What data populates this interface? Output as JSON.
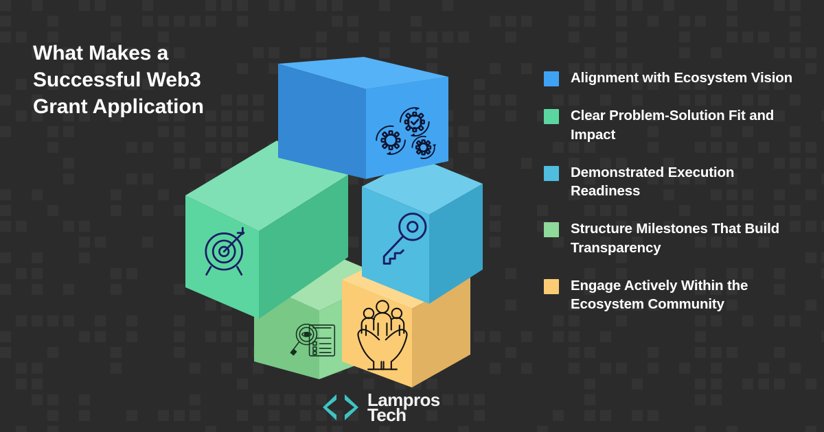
{
  "meta": {
    "background_color": "#2b2b2b",
    "pattern_color": "#333333",
    "text_color": "#ffffff"
  },
  "headline": {
    "text": "What Makes a\nSuccessful Web3\nGrant Application"
  },
  "legend": {
    "items": [
      {
        "label": "Alignment with Ecosystem Vision",
        "color": "#3FA3F5",
        "icon": "gears-icon"
      },
      {
        "label": "Clear Problem-Solution Fit and Impact",
        "color": "#5BD6A0",
        "icon": "target-icon"
      },
      {
        "label": "Demonstrated Execution Readiness",
        "color": "#4FBCE0",
        "icon": "key-icon"
      },
      {
        "label": "Structure Milestones That Build Transparency",
        "color": "#8FD99A",
        "icon": "document-review-icon"
      },
      {
        "label": "Engage Actively Within the Ecosystem Community",
        "color": "#FBCC74",
        "icon": "hands-community-icon"
      }
    ]
  },
  "cubes": [
    {
      "name": "cube-alignment",
      "icon": "gears-icon",
      "icon_color": "#0d1430",
      "face_front": "#43A5F2",
      "face_top": "#55B2F7",
      "face_side": "#3488D4"
    },
    {
      "name": "cube-problem-solution",
      "icon": "target-icon",
      "icon_color": "#1a1b66",
      "face_front": "#5BD6A0",
      "face_top": "#7FE0B6",
      "face_side": "#45BC89"
    },
    {
      "name": "cube-execution-readiness",
      "icon": "key-icon",
      "icon_color": "#1a1b66",
      "face_front": "#4FBCE0",
      "face_top": "#6FCDEB",
      "face_side": "#3BA4C9"
    },
    {
      "name": "cube-milestones",
      "icon": "document-review-icon",
      "icon_color": "#15301f",
      "face_front": "#8FD99A",
      "face_top": "#A6E2AE",
      "face_side": "#79C886"
    },
    {
      "name": "cube-community",
      "icon": "hands-community-icon",
      "icon_color": "#101010",
      "face_front": "#FBCC74",
      "face_top": "#FDD98F",
      "face_side": "#E0B262"
    }
  ],
  "logo": {
    "line1": "Lampros",
    "line2": "Tech",
    "mark_color": "#3FC4C4",
    "mark_icon": "angle-brackets-icon"
  }
}
